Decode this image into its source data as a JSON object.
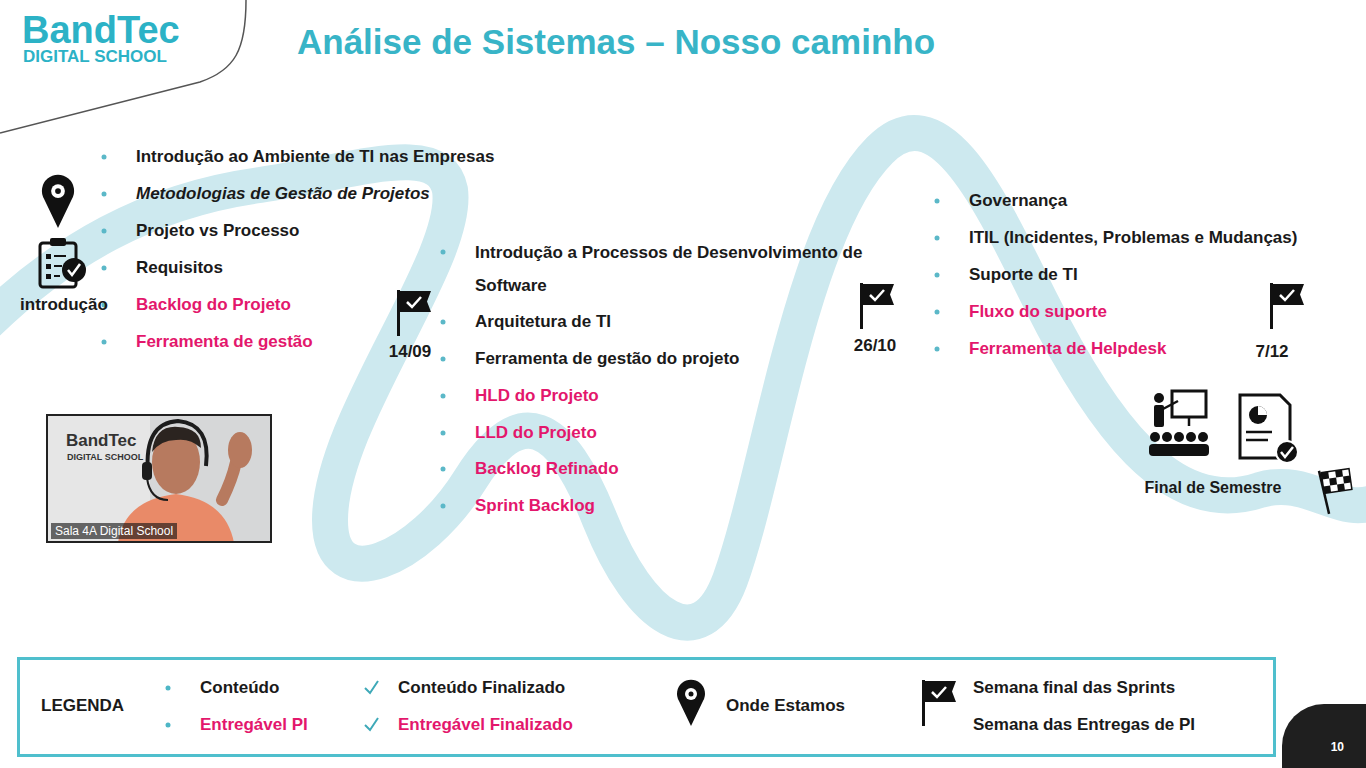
{
  "diagram": {
    "title": "Análise de Sistemas – Nosso caminho",
    "nodes": [
      {
        "text": [
          "Sala 4A Digital School"
        ]
      },
      {
        "text": [
          "LEGENDA"
        ]
      },
      {
        "text": [
          "10"
        ]
      }
    ],
    "labels": [
      "BandTec",
      "DIGITAL SCHOOL",
      "Introdução ao Ambiente de TI nas Empresas",
      "Metodologias de Gestão de Projetos",
      "Projeto vs Processo",
      "Requisitos",
      "Backlog do Projeto",
      "Ferramenta de gestão",
      "introdução",
      "14/09",
      "Introdução a Processos de Desenvolvimento de Software",
      "Arquitetura de TI",
      "Ferramenta de gestão do projeto",
      "HLD do Projeto",
      "LLD do Projeto",
      "Backlog Refinado",
      "Sprint Backlog",
      "26/10",
      "Governança",
      "ITIL (Incidentes, Problemas e Mudanças)",
      "Suporte de TI",
      "Fluxo do suporte",
      "Ferramenta de Helpdesk",
      "7/12",
      "Final de Semestre",
      "BandTec",
      "DIGITAL SCHOOL"
    ],
    "legend": [
      {
        "text": "Conteúdo"
      },
      {
        "text": "Entregável PI"
      },
      {
        "text": "Conteúdo Finalizado"
      },
      {
        "text": "Entregável Finalizado"
      },
      {
        "text": "Onde Estamos"
      },
      {
        "text": "Semana final das Sprints"
      },
      {
        "text": "Semana das Entregas de PI"
      }
    ]
  }
}
